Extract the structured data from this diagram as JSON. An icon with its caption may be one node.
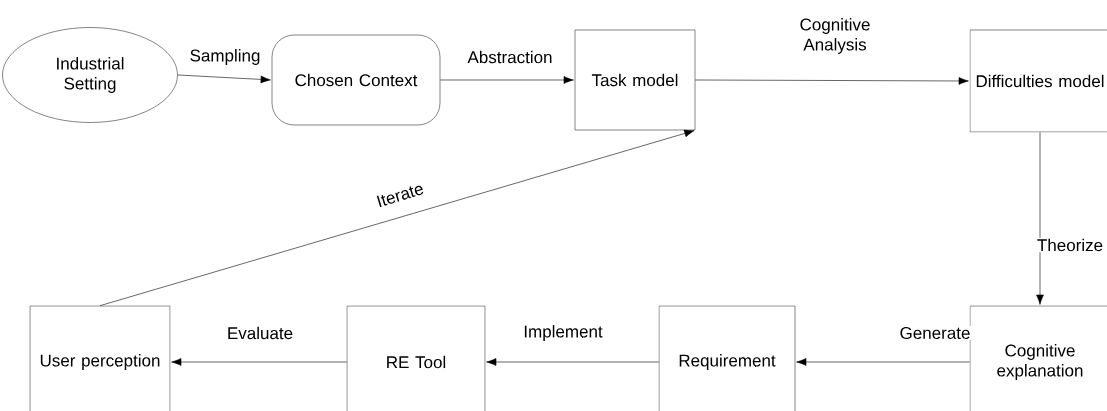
{
  "diagram": {
    "nodes": [
      {
        "text": [
          "Industrial Setting"
        ]
      },
      {
        "text": [
          "Chosen Context"
        ]
      },
      {
        "text": [
          "Task model"
        ]
      },
      {
        "text": [
          "Difficulties model"
        ]
      },
      {
        "text": [
          "Cognitive explanation"
        ]
      },
      {
        "text": [
          "Requirement"
        ]
      },
      {
        "text": [
          "RE Tool"
        ]
      },
      {
        "text": [
          "User perception"
        ]
      }
    ],
    "edges": [
      {
        "from": 0,
        "to": 1,
        "arrow": "to",
        "label": "Sampling"
      },
      {
        "from": 1,
        "to": 2,
        "arrow": "to",
        "label": "Abstraction"
      },
      {
        "from": 2,
        "to": 3,
        "arrow": "to",
        "label": "Cognitive Analysis"
      },
      {
        "from": 3,
        "to": 4,
        "arrow": "to",
        "label": "Theorize"
      },
      {
        "from": 4,
        "to": 5,
        "arrow": "to",
        "label": "Generate"
      },
      {
        "from": 5,
        "to": 6,
        "arrow": "to",
        "label": "Implement"
      },
      {
        "from": 6,
        "to": 7,
        "arrow": "to",
        "label": "Evaluate"
      },
      {
        "from": 7,
        "to": 2,
        "arrow": "to",
        "label": "Iterate"
      }
    ]
  }
}
